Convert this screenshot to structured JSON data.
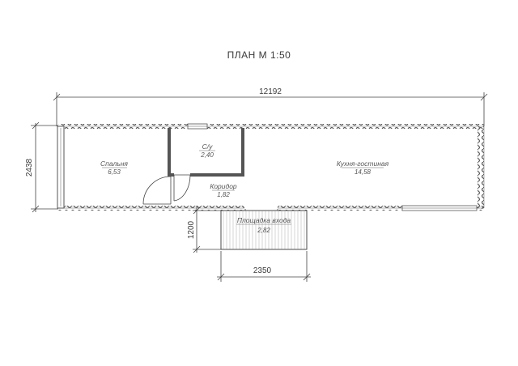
{
  "plan": {
    "title": "ПЛАН   М 1:50",
    "dimensions": {
      "length": "12192",
      "width": "2438",
      "porch_depth": "1200",
      "porch_width": "2350"
    },
    "rooms": [
      {
        "name": "Спальня",
        "area": "6,53"
      },
      {
        "name": "С/у",
        "area": "2,40"
      },
      {
        "name": "Коридор",
        "area": "1,82"
      },
      {
        "name": "Кухня-гостиная",
        "area": "14,58"
      },
      {
        "name": "Площадка входа",
        "area": "2,82"
      }
    ]
  }
}
